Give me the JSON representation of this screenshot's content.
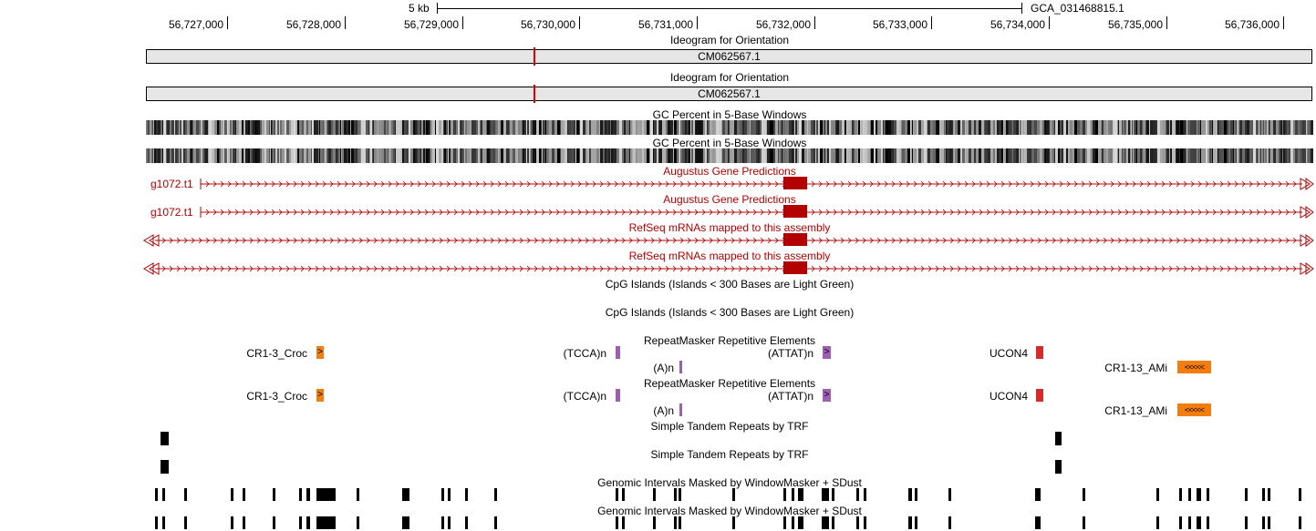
{
  "ruler": {
    "scale_label": "5 kb",
    "assembly": "GCA_031468815.1",
    "positions": [
      "56,727,000",
      "56,728,000",
      "56,729,000",
      "56,730,000",
      "56,731,000",
      "56,732,000",
      "56,733,000",
      "56,734,000",
      "56,735,000",
      "56,736,000"
    ]
  },
  "ideogram": {
    "title": "Ideogram for Orientation",
    "chrom": "CM062567.1"
  },
  "gc": {
    "title": "GC Percent in 5-Base Windows"
  },
  "augustus": {
    "title": "Augustus Gene Predictions",
    "gene": "g1072.t1"
  },
  "refseq": {
    "title": "RefSeq mRNAs mapped to this assembly"
  },
  "cpg": {
    "title": "CpG Islands (Islands < 300 Bases are Light Green)"
  },
  "repeatmasker": {
    "title": "RepeatMasker Repetitive Elements",
    "elements": [
      "CR1-3_Croc",
      "(TCCA)n",
      "(A)n",
      "(ATTAT)n",
      "UCON4",
      "CR1-13_AMi"
    ],
    "arrow_right": ">",
    "arrow_left": "<<<<<"
  },
  "trf": {
    "title": "Simple Tandem Repeats by TRF"
  },
  "windowmasker": {
    "title": "Genomic Intervals Masked by WindowMasker + SDust"
  },
  "colors": {
    "gene": "#b30000",
    "ideogram_mark": "#e00000",
    "repeat_orange": "#f47d0f",
    "repeat_purple": "#9e5fb3",
    "repeat_red": "#d62b2b"
  }
}
